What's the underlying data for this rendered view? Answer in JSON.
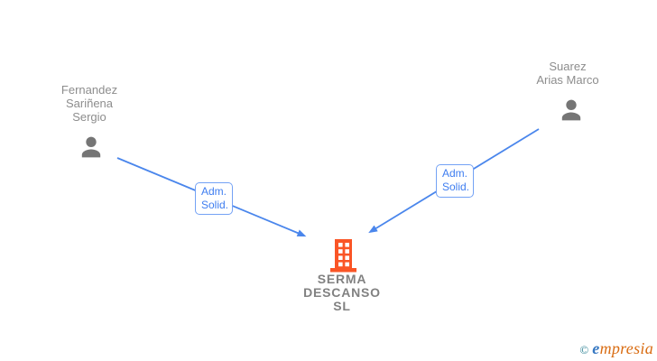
{
  "diagram": {
    "persons": [
      {
        "name": "Fernandez Sariñena Sergio",
        "lines": [
          "Fernandez",
          "Sariñena",
          "Sergio"
        ]
      },
      {
        "name": "Suarez Arias Marco",
        "lines": [
          "Suarez",
          "Arias Marco"
        ]
      }
    ],
    "company": {
      "name": "SERMA DESCANSO SL",
      "lines": [
        "SERMA",
        "DESCANSO",
        "SL"
      ]
    },
    "relations": [
      {
        "label_line1": "Adm.",
        "label_line2": "Solid."
      },
      {
        "label_line1": "Adm.",
        "label_line2": "Solid."
      }
    ],
    "colors": {
      "person_icon": "#757575",
      "person_label": "#8d8d8d",
      "company_icon": "#fa5526",
      "company_label": "#818181",
      "edge": "#4a86ec",
      "relation_text": "#3e7df0",
      "relation_border": "#74a2f5",
      "logo_copyright": "#2a8093",
      "logo_first_letter": "#3577c1",
      "logo_rest": "#d96c12"
    },
    "logo": {
      "copyright": "©",
      "first_letter": "e",
      "rest": "mpresia"
    }
  }
}
